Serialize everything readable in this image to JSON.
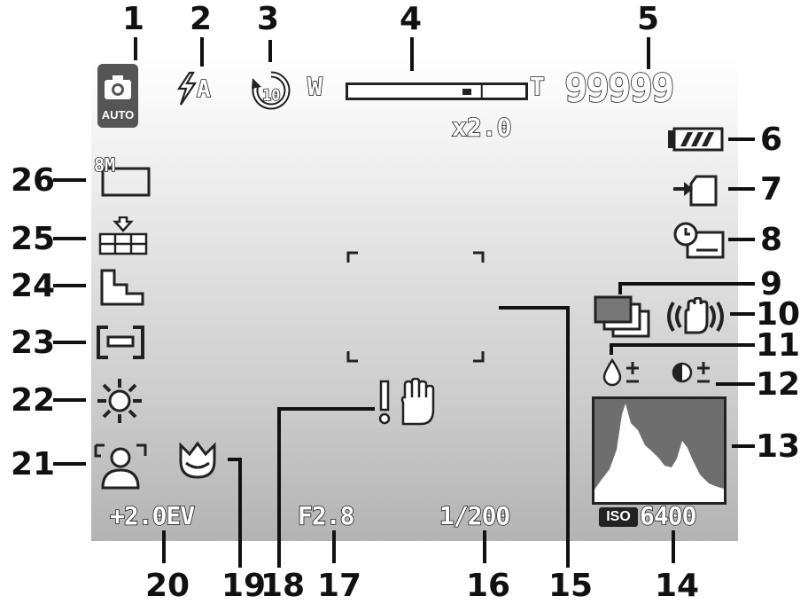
{
  "callouts": [
    "1",
    "2",
    "3",
    "4",
    "5",
    "6",
    "7",
    "8",
    "9",
    "10",
    "11",
    "12",
    "13",
    "14",
    "15",
    "16",
    "17",
    "18",
    "19",
    "20",
    "21",
    "22",
    "23",
    "24",
    "25",
    "26"
  ],
  "display": {
    "mode_badge": "AUTO",
    "flash_label": "A",
    "self_timer": "10",
    "zoom_wide": "W",
    "zoom_tele": "T",
    "zoom_ratio": "x2.0",
    "shots_remaining": "99999",
    "resolution": "8M",
    "exposure_comp": "+2.0EV",
    "aperture": "F2.8",
    "shutter_speed": "1/200",
    "iso_label": "ISO",
    "iso_value": "6400",
    "zoom_level_fraction": 0.75
  },
  "icons": [
    "camera-icon",
    "flash-auto-icon",
    "self-timer-icon",
    "zoom-bar-icon",
    "battery-icon",
    "memory-card-icon",
    "date-stamp-icon",
    "burst-icon",
    "anti-shake-icon",
    "saturation-icon",
    "contrast-icon",
    "histogram-icon",
    "focus-frame-icon",
    "shake-warning-icon",
    "macro-icon",
    "face-detect-icon",
    "white-balance-icon",
    "metering-icon",
    "sharpness-icon",
    "quality-icon"
  ]
}
